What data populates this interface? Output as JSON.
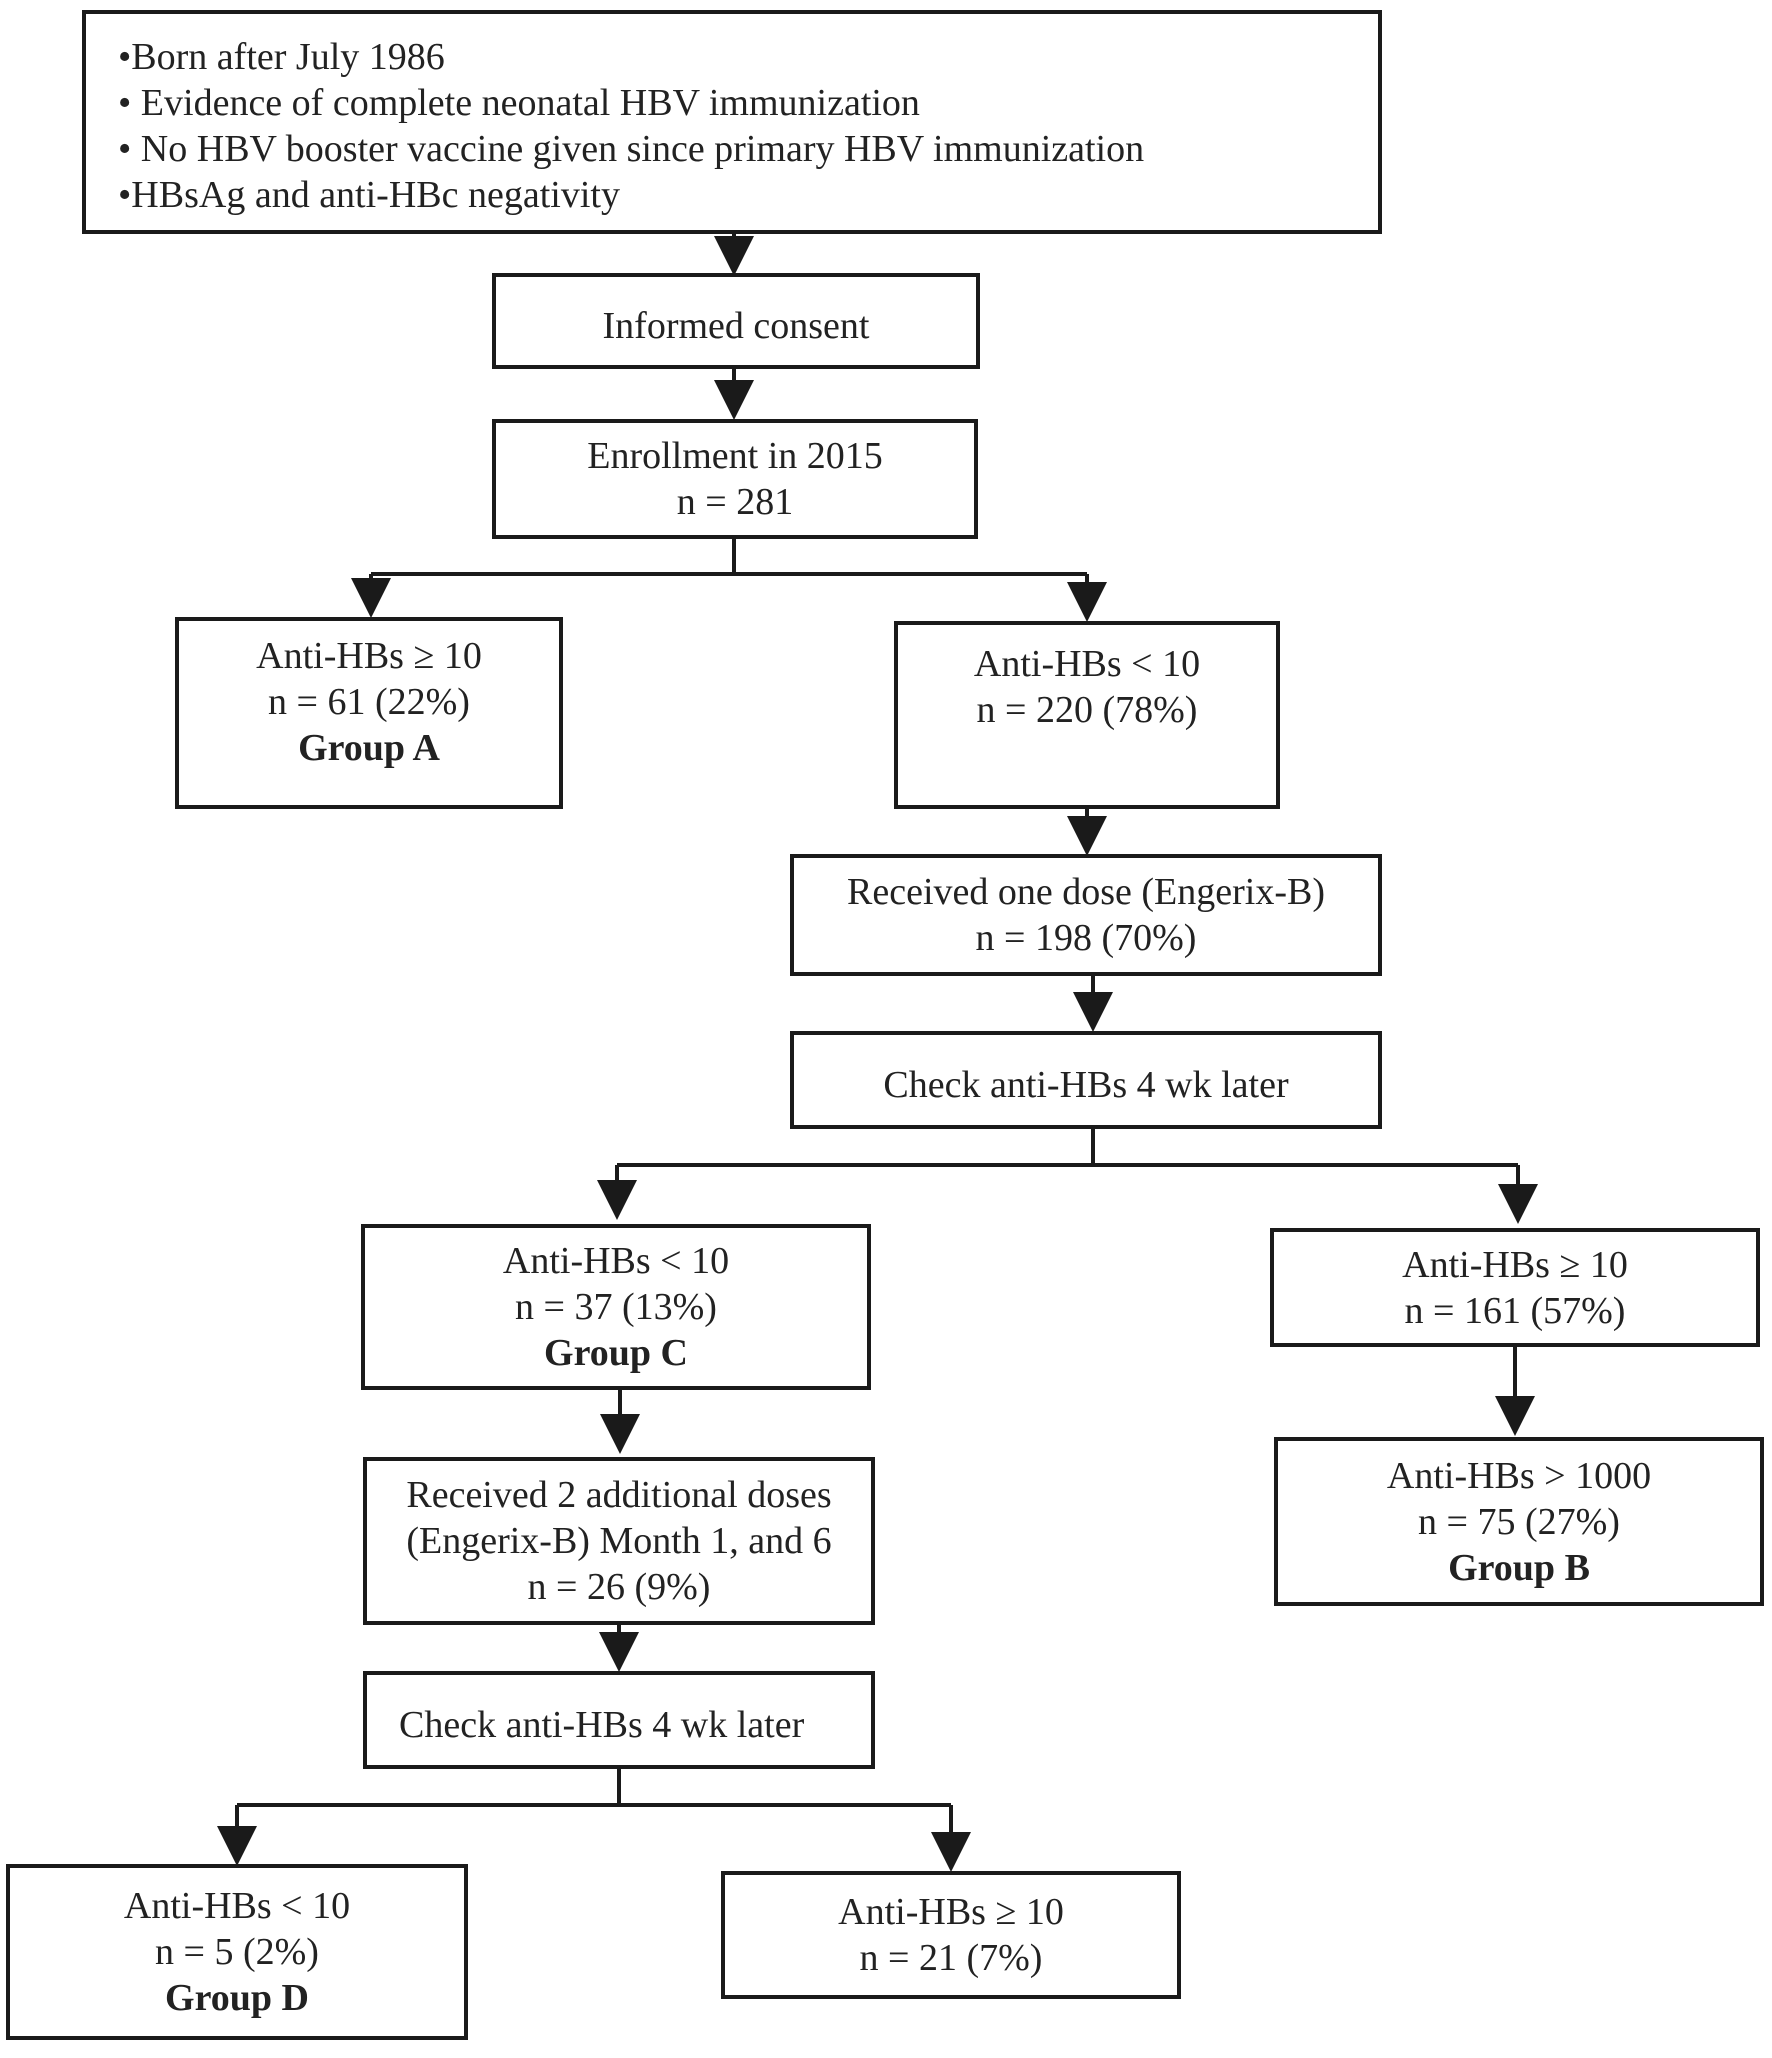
{
  "criteria": [
    "•Born after July 1986",
    "• Evidence of complete neonatal HBV immunization",
    "• No HBV booster vaccine given since primary HBV immunization",
    "•HBsAg and anti-HBc negativity"
  ],
  "consent": "Informed consent",
  "enrollment": {
    "line1": "Enrollment in 2015",
    "line2": "n = 281"
  },
  "groupA": {
    "line1": "Anti-HBs ≥ 10",
    "line2": "n = 61 (22%)",
    "label": "Group A"
  },
  "low_initial": {
    "line1": "Anti-HBs < 10",
    "line2": "n = 220 (78%)"
  },
  "one_dose": {
    "line1": "Received one dose (Engerix-B)",
    "line2": "n = 198 (70%)"
  },
  "check1": "Check anti-HBs 4 wk later",
  "groupC": {
    "line1": "Anti-HBs < 10",
    "line2": "n = 37 (13%)",
    "label": "Group C"
  },
  "high_after_one": {
    "line1": "Anti-HBs ≥ 10",
    "line2": "n = 161 (57%)"
  },
  "groupB": {
    "line1": "Anti-HBs > 1000",
    "line2": "n = 75 (27%)",
    "label": "Group B"
  },
  "two_doses": {
    "line1": "Received 2 additional doses",
    "line2": "(Engerix-B) Month 1, and 6",
    "line3": "n = 26 (9%)"
  },
  "check2": "Check anti-HBs 4 wk later",
  "groupD": {
    "line1": "Anti-HBs < 10",
    "line2": "n = 5 (2%)",
    "label": "Group D"
  },
  "high_final": {
    "line1": "Anti-HBs ≥ 10",
    "line2": "n = 21 (7%)"
  }
}
